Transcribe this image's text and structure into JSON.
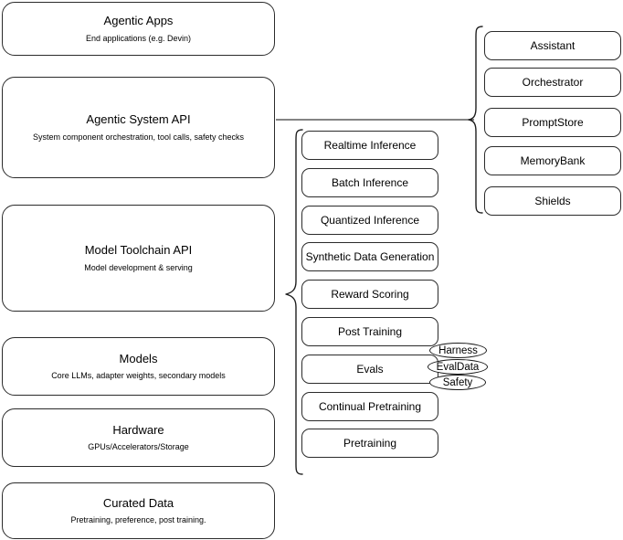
{
  "diagram": {
    "title": "Agentic stack layers",
    "colors": {
      "box_border": "#2b2b2b",
      "brace": "#1f1f1f",
      "background": "#ffffff",
      "text": "#000000"
    }
  },
  "layers": [
    {
      "id": "agentic-apps",
      "title": "Agentic Apps",
      "subtitle": "End applications (e.g. Devin)"
    },
    {
      "id": "agentic-system-api",
      "title": "Agentic System API",
      "subtitle": "System component orchestration, tool calls, safety checks"
    },
    {
      "id": "model-toolchain-api",
      "title": "Model Toolchain API",
      "subtitle": "Model development & serving"
    },
    {
      "id": "models",
      "title": "Models",
      "subtitle": "Core LLMs, adapter weights, secondary models"
    },
    {
      "id": "hardware",
      "title": "Hardware",
      "subtitle": "GPUs/Accelerators/Storage"
    },
    {
      "id": "curated-data",
      "title": "Curated Data",
      "subtitle": "Pretraining, preference, post training."
    }
  ],
  "toolchain_capabilities": [
    {
      "id": "realtime-inference",
      "label": "Realtime Inference"
    },
    {
      "id": "batch-inference",
      "label": "Batch Inference"
    },
    {
      "id": "quantized-inference",
      "label": "Quantized Inference"
    },
    {
      "id": "synthetic-data-generation",
      "label": "Synthetic Data Generation"
    },
    {
      "id": "reward-scoring",
      "label": "Reward Scoring"
    },
    {
      "id": "post-training",
      "label": "Post Training"
    },
    {
      "id": "evals",
      "label": "Evals"
    },
    {
      "id": "continual-pretraining",
      "label": "Continual Pretraining"
    },
    {
      "id": "pretraining",
      "label": "Pretraining"
    }
  ],
  "eval_pills": [
    {
      "id": "harness",
      "label": "Harness"
    },
    {
      "id": "evaldata",
      "label": "EvalData"
    },
    {
      "id": "safety",
      "label": "Safety"
    }
  ],
  "system_components": [
    {
      "id": "assistant",
      "label": "Assistant"
    },
    {
      "id": "orchestrator",
      "label": "Orchestrator"
    },
    {
      "id": "promptstore",
      "label": "PromptStore"
    },
    {
      "id": "memorybank",
      "label": "MemoryBank"
    },
    {
      "id": "shields",
      "label": "Shields"
    }
  ]
}
